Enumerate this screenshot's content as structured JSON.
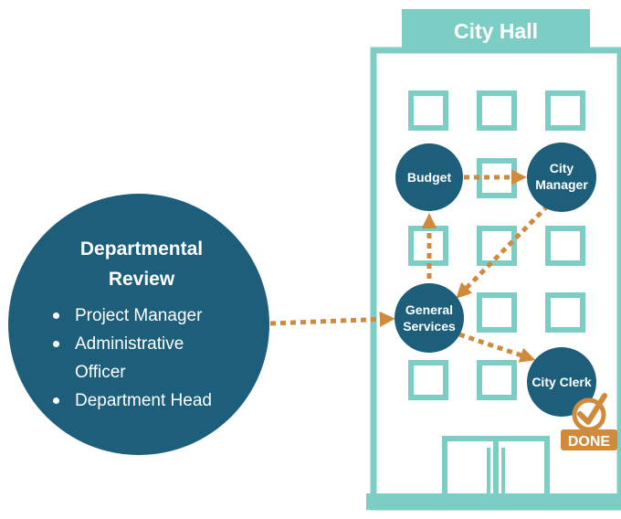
{
  "colors": {
    "teal": "#7ccdc4",
    "navy": "#1d5f7a",
    "orange": "#cf8a3c",
    "white": "#ffffff"
  },
  "building": {
    "title": "City Hall"
  },
  "departmental_review": {
    "title_line1": "Departmental",
    "title_line2": "Review",
    "items": [
      "Project Manager",
      "Administrative Officer",
      "Department Head"
    ]
  },
  "nodes": {
    "budget": "Budget",
    "city_manager_line1": "City",
    "city_manager_line2": "Manager",
    "general_services_line1": "General",
    "general_services_line2": "Services",
    "city_clerk": "City Clerk"
  },
  "done_badge": {
    "label": "DONE",
    "icon": "checkmark-icon"
  },
  "flow": [
    [
      "Departmental Review",
      "General Services"
    ],
    [
      "General Services",
      "Budget"
    ],
    [
      "Budget",
      "City Manager"
    ],
    [
      "City Manager",
      "General Services"
    ],
    [
      "General Services",
      "City Clerk"
    ]
  ]
}
